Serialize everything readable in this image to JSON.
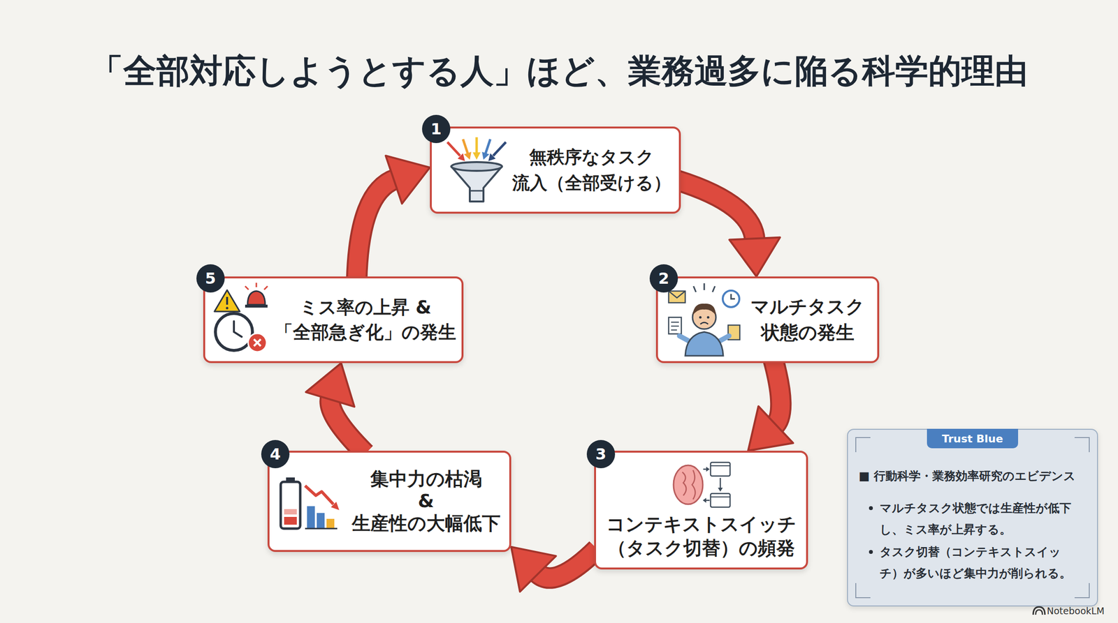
{
  "diagram": {
    "title": "「全部対応しようとする人」ほど、業務過多に陥る科学的理由",
    "nodes": [
      {
        "text": [
          "無秩序なタスク 流入（全部受ける）"
        ]
      },
      {
        "text": [
          "マルチタスク 状態の発生"
        ]
      },
      {
        "text": [
          "コンテキストスイッチ （タスク切替）の頻発"
        ]
      },
      {
        "text": [
          "集中力の枯渇 & 生産性の大幅低下"
        ]
      },
      {
        "text": [
          "ミス率の上昇 & 「全部急ぎ化」の発生"
        ]
      },
      {
        "text": [
          "Trust Blue",
          "■ 行動科学・業務効率研究のエビデンス",
          "マルチタスク状態では生産性が低下し、ミス率が上昇する。",
          "タスク切替（コンテキストスイッチ）が多いほど集中力が削られる。"
        ]
      }
    ],
    "edges": [
      {
        "from": 0,
        "to": 1,
        "arrow": "to"
      },
      {
        "from": 1,
        "to": 2,
        "arrow": "to"
      },
      {
        "from": 2,
        "to": 3,
        "arrow": "to"
      },
      {
        "from": 3,
        "to": 4,
        "arrow": "to"
      },
      {
        "from": 4,
        "to": 0,
        "arrow": "to"
      }
    ],
    "labels": [
      "1",
      "2",
      "3",
      "4",
      "5",
      "NotebookLM"
    ]
  }
}
